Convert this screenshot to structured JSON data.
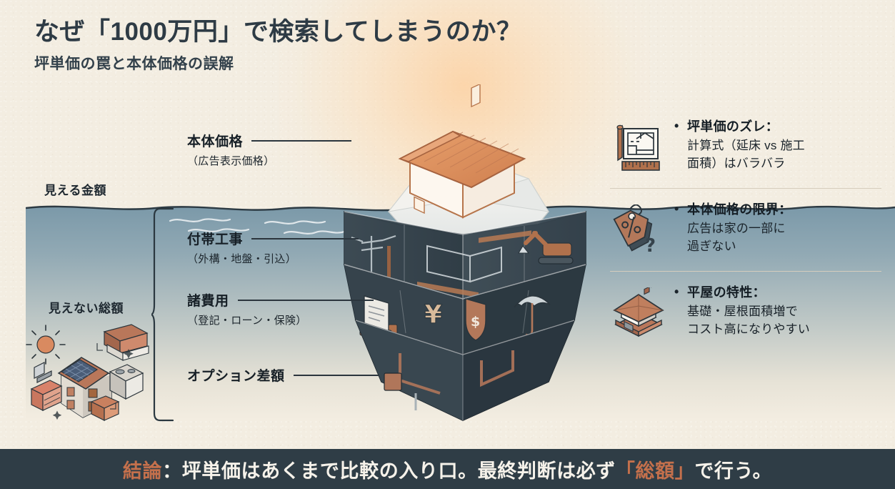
{
  "header": {
    "title": "なぜ「1000万円」で検索してしまうのか？",
    "subtitle": "坪単価の罠と本体価格の誤解"
  },
  "colors": {
    "background": "#f3ede1",
    "title_text": "#2e3b45",
    "banner_bg": "#2f3d46",
    "banner_text": "#f6f2ea",
    "accent_terracotta": "#c4704c",
    "water_top": "#7b99a9",
    "iceberg_dark": "#3a4750",
    "roof_orange": "#d98f5f",
    "divider": "#d6cdbd"
  },
  "diagram": {
    "visible_label": "見える金額",
    "hidden_label": "見えない総額",
    "callouts": [
      {
        "title": "本体価格",
        "sub": "（広告表示価格）"
      },
      {
        "title": "付帯工事",
        "sub": "（外構・地盤・引込）"
      },
      {
        "title": "諸費用",
        "sub": "（登記・ローン・保険）"
      },
      {
        "title": "オプション差額",
        "sub": ""
      }
    ]
  },
  "points": [
    {
      "icon": "blueprint-ruler-icon",
      "title": "坪単価のズレ：",
      "body_lines": [
        "計算式（延床 vs 施工",
        "面積）はバラバラ"
      ]
    },
    {
      "icon": "price-tag-question-icon",
      "title": "本体価格の限界：",
      "body_lines": [
        "広告は家の一部に",
        "過ぎない"
      ]
    },
    {
      "icon": "single-story-house-icon",
      "title": "平屋の特性：",
      "body_lines": [
        "基礎・屋根面積増で",
        "コスト高になりやすい"
      ]
    }
  ],
  "banner": {
    "prefix": "結論",
    "colon": "：",
    "body_a": "坪単価はあくまで比較の入り口。最終判断は必ず",
    "highlight": "「総額」",
    "body_b": "で行う。"
  }
}
